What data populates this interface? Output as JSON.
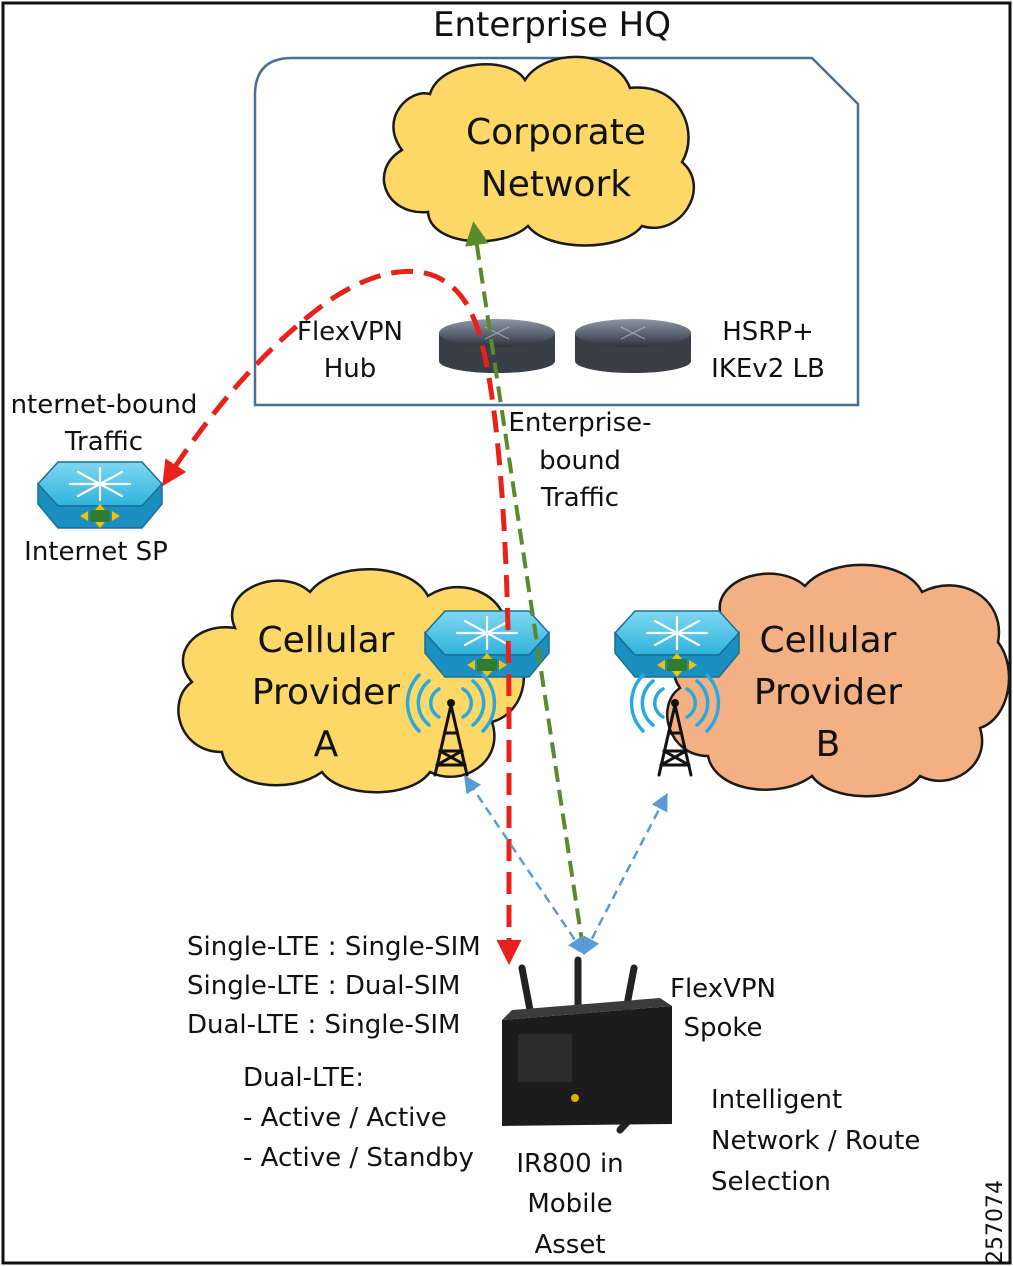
{
  "title": "Enterprise HQ",
  "corporate_network": {
    "line1": "Corporate",
    "line2": "Network"
  },
  "hub": {
    "label_line1": "FlexVPN",
    "label_line2": "Hub",
    "lb_line1": "HSRP+",
    "lb_line2": "IKEv2 LB"
  },
  "internet": {
    "traffic_line1": "nternet-bound",
    "traffic_line2": "Traffic",
    "sp_label": "Internet SP"
  },
  "enterprise_traffic": {
    "line1": "Enterprise-",
    "line2": "bound",
    "line3": "Traffic"
  },
  "provider_a": {
    "line1": "Cellular",
    "line2": "Provider",
    "line3": "A"
  },
  "provider_b": {
    "line1": "Cellular",
    "line2": "Provider",
    "line3": "B"
  },
  "sim_options": [
    "Single-LTE : Single-SIM",
    "Single-LTE : Dual-SIM",
    "Dual-LTE : Single-SIM"
  ],
  "dual_lte": {
    "heading": "Dual-LTE:",
    "items": [
      "- Active / Active",
      "- Active / Standby"
    ]
  },
  "spoke": {
    "line1": "FlexVPN",
    "line2": "Spoke"
  },
  "intelligent": {
    "line1": "Intelligent",
    "line2": "Network / Route",
    "line3": "Selection"
  },
  "router": {
    "line1": "IR800 in",
    "line2": "Mobile",
    "line3": "Asset"
  },
  "figure_id": "257074",
  "colors": {
    "internet_traffic": "#e8221b",
    "enterprise_traffic": "#5a8a2e",
    "cellular_link": "#5b9bd5",
    "cloud_yellow": "#fdd866",
    "cloud_orange": "#f3b183",
    "hq_border": "#4a6f97"
  },
  "icons": [
    "switch-icon",
    "router-icon",
    "cell-tower-icon",
    "wireless-router-icon"
  ]
}
